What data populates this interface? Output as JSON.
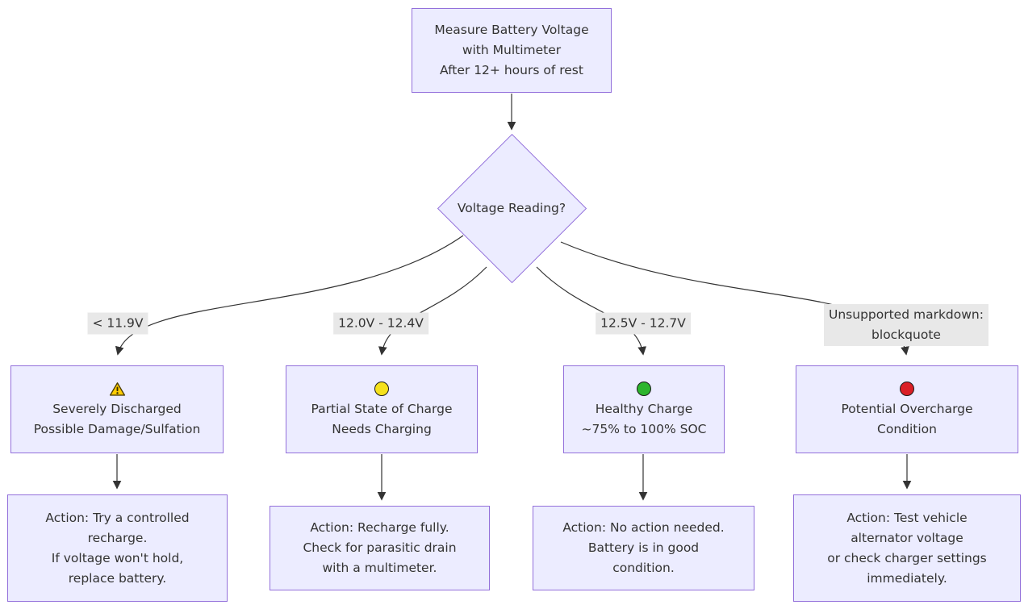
{
  "flow": {
    "start": {
      "lines": [
        "Measure Battery Voltage",
        "with Multimeter",
        "After 12+ hours of rest"
      ]
    },
    "decision": {
      "label": "Voltage Reading?"
    },
    "branches": [
      {
        "edge_label_lines": [
          "< 11.9V"
        ],
        "icon": "warning-triangle",
        "condition_lines": [
          "Severely Discharged",
          "Possible Damage/Sulfation"
        ],
        "action_lines": [
          "Action: Try a controlled",
          "recharge.",
          "If voltage won't hold,",
          "replace battery."
        ]
      },
      {
        "edge_label_lines": [
          "12.0V - 12.4V"
        ],
        "icon": "yellow-circle",
        "condition_lines": [
          "Partial State of Charge",
          "Needs Charging"
        ],
        "action_lines": [
          "Action: Recharge fully.",
          "Check for parasitic drain",
          "with a multimeter."
        ]
      },
      {
        "edge_label_lines": [
          "12.5V - 12.7V"
        ],
        "icon": "green-circle",
        "condition_lines": [
          "Healthy Charge",
          "~75% to 100% SOC"
        ],
        "action_lines": [
          "Action: No action needed.",
          "Battery is in good",
          "condition."
        ]
      },
      {
        "edge_label_lines": [
          "Unsupported markdown:",
          "blockquote"
        ],
        "icon": "red-circle",
        "condition_lines": [
          "Potential Overcharge",
          "Condition"
        ],
        "action_lines": [
          "Action: Test vehicle",
          "alternator voltage",
          "or check charger settings",
          "immediately."
        ]
      }
    ],
    "colors": {
      "node_fill": "#ECECFF",
      "node_border": "#9370DB",
      "edge_line": "#333333",
      "edge_label_bg": "#E8E8E8",
      "text": "#333333",
      "warning_yellow": "#FFCC02",
      "status_yellow": "#F5E11C",
      "status_green": "#2DB52D",
      "status_red": "#DA1F26"
    }
  }
}
